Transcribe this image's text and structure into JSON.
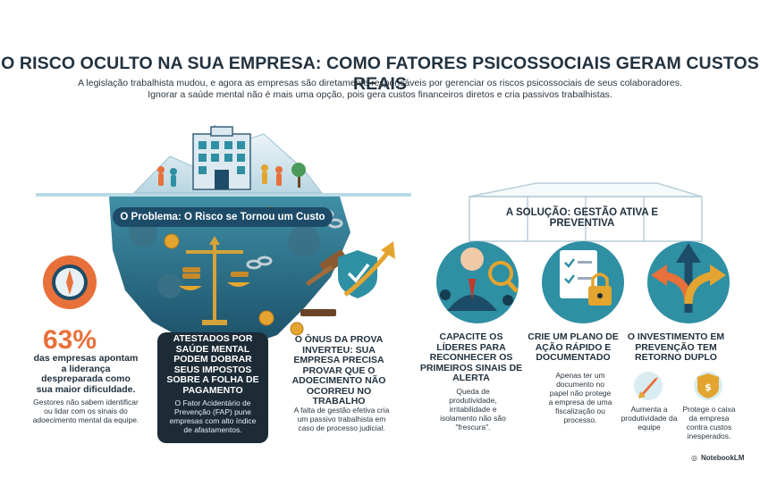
{
  "header": {
    "title": "O RISCO OCULTO NA SUA EMPRESA: COMO FATORES PSICOSSOCIAIS GERAM CUSTOS REAIS",
    "subtitle_line1": "A legislação trabalhista mudou, e agora as empresas são diretamente responsáveis por gerenciar os riscos psicossociais de seus colaboradores.",
    "subtitle_line2": "Ignorar a saúde mental não é mais uma opção, pois gera custos financeiros diretos e cria passivos trabalhistas."
  },
  "problem": {
    "label": "O Problema: O Risco se Tornou um Custo",
    "stat": {
      "number": "63%",
      "label": "das empresas apontam a liderança despreparada como sua maior dificuldade.",
      "note": "Gestores não sabem identificar ou lidar com os sinais do adoecimento mental da equipe."
    },
    "fap": {
      "title": "ATESTADOS POR SAÚDE MENTAL PODEM DOBRAR SEUS IMPOSTOS SOBRE A FOLHA DE PAGAMENTO",
      "note": "O Fator Acidentário de Prevenção (FAP) pune empresas com alto índice de afastamentos."
    },
    "burden": {
      "title": "O ÔNUS DA PROVA INVERTEU: SUA EMPRESA PRECISA PROVAR QUE O ADOECIMENTO NÃO OCORREU NO TRABALHO",
      "note": "A falta de gestão efetiva cria um passivo trabalhista em caso de processo judicial."
    }
  },
  "solution": {
    "label": "A SOLUÇÃO: GESTÃO ATIVA E PREVENTIVA",
    "leaders": {
      "title": "CAPACITE OS LÍDERES PARA RECONHECER OS PRIMEIROS SINAIS DE ALERTA",
      "note": "Queda de produtividade, irritabilidade e isolamento não são \"frescura\"."
    },
    "plan": {
      "title": "CRIE UM PLANO DE AÇÃO RÁPIDO E DOCUMENTADO",
      "note": "Apenas ter um documento no papel não protege a empresa de uma fiscalização ou processo."
    },
    "investment": {
      "title": "O INVESTIMENTO EM PREVENÇÃO TEM RETORNO DUPLO",
      "note_a": "Aumenta a produtividade da equipe",
      "note_b": "Protege o caixa da empresa contra custos inesperados."
    }
  },
  "brand": {
    "name": "NotebookLM"
  },
  "colors": {
    "navy": "#1d4c68",
    "teal": "#2f8fa3",
    "orange": "#e8703a",
    "gold": "#e3a52f",
    "dark_box": "#1c2b36"
  },
  "icons": [
    "compass-icon",
    "scales-icon",
    "gavel-icon",
    "shield-check-icon",
    "magnifier-person-icon",
    "document-lock-icon",
    "diverging-arrows-icon",
    "rocket-icon",
    "coin-shield-icon"
  ]
}
